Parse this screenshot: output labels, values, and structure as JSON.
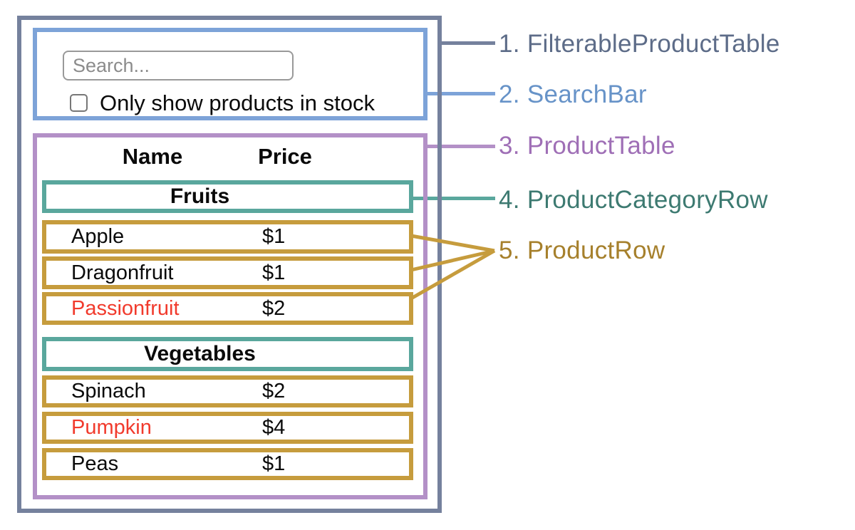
{
  "colors": {
    "slate": "#75819d",
    "slate_text": "#5d6c88",
    "blue": "#7da3d8",
    "blue_text": "#6793c8",
    "purple": "#b390c7",
    "purple_text": "#9f6fb6",
    "teal": "#5aa79d",
    "teal_text": "#3d7a71",
    "gold": "#c69c3d",
    "gold_text": "#a6802c",
    "red": "#f13a2c",
    "input_border": "#999999",
    "placeholder": "#8c8c8c",
    "text": "#0a0a0a"
  },
  "search_bar": {
    "input_placeholder": "Search...",
    "checkbox_label": "Only show products in stock",
    "checkbox_checked": false
  },
  "table": {
    "headers": {
      "name": "Name",
      "price": "Price"
    },
    "sections": [
      {
        "category": "Fruits",
        "rows": [
          {
            "name": "Apple",
            "price": "$1",
            "in_stock": true
          },
          {
            "name": "Dragonfruit",
            "price": "$1",
            "in_stock": true
          },
          {
            "name": "Passionfruit",
            "price": "$2",
            "in_stock": false
          }
        ]
      },
      {
        "category": "Vegetables",
        "rows": [
          {
            "name": "Spinach",
            "price": "$2",
            "in_stock": true
          },
          {
            "name": "Pumpkin",
            "price": "$4",
            "in_stock": false
          },
          {
            "name": "Peas",
            "price": "$1",
            "in_stock": true
          }
        ]
      }
    ]
  },
  "legend": [
    {
      "label": "1. FilterableProductTable"
    },
    {
      "label": "2. SearchBar"
    },
    {
      "label": "3. ProductTable"
    },
    {
      "label": "4. ProductCategoryRow"
    },
    {
      "label": "5. ProductRow"
    }
  ]
}
